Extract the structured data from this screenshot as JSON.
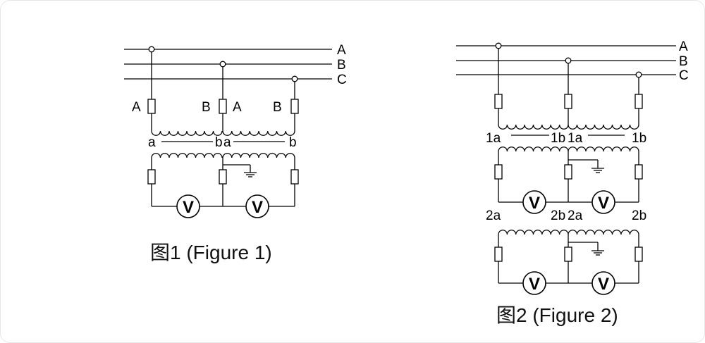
{
  "figure1": {
    "phases": [
      "A",
      "B",
      "C"
    ],
    "primary_labels": [
      "A",
      "B",
      "A",
      "B"
    ],
    "secondary_labels": [
      "a",
      "b",
      "a",
      "b"
    ],
    "meter_label": "V",
    "caption": "图1 (Figure 1)"
  },
  "figure2": {
    "phases": [
      "A",
      "B",
      "C"
    ],
    "secondary1_labels": [
      "1a",
      "1b",
      "1a",
      "1b"
    ],
    "secondary2_labels": [
      "2a",
      "2b",
      "2a",
      "2b"
    ],
    "meter_label": "V",
    "caption": "图2 (Figure 2)"
  }
}
